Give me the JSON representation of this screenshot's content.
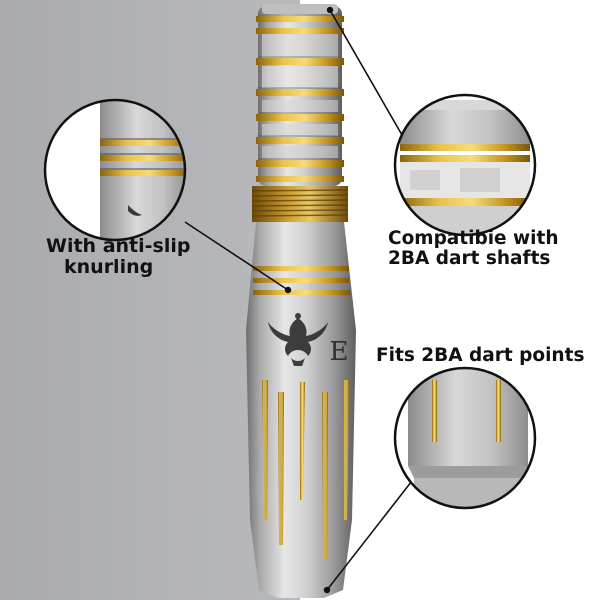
{
  "callouts": {
    "knurling": {
      "line1": "With anti-slip",
      "line2": "knurling"
    },
    "shafts": {
      "line1": "Compatibie with",
      "line2": "2BA dart shafts"
    },
    "points": {
      "text": "Fits 2BA dart points"
    }
  },
  "engraving": {
    "letter": "E"
  },
  "colors": {
    "background_left": "#b3b4b8",
    "background_right": "#ffffff",
    "steel": "#c9c9c9",
    "gold": "#d4a62a"
  }
}
